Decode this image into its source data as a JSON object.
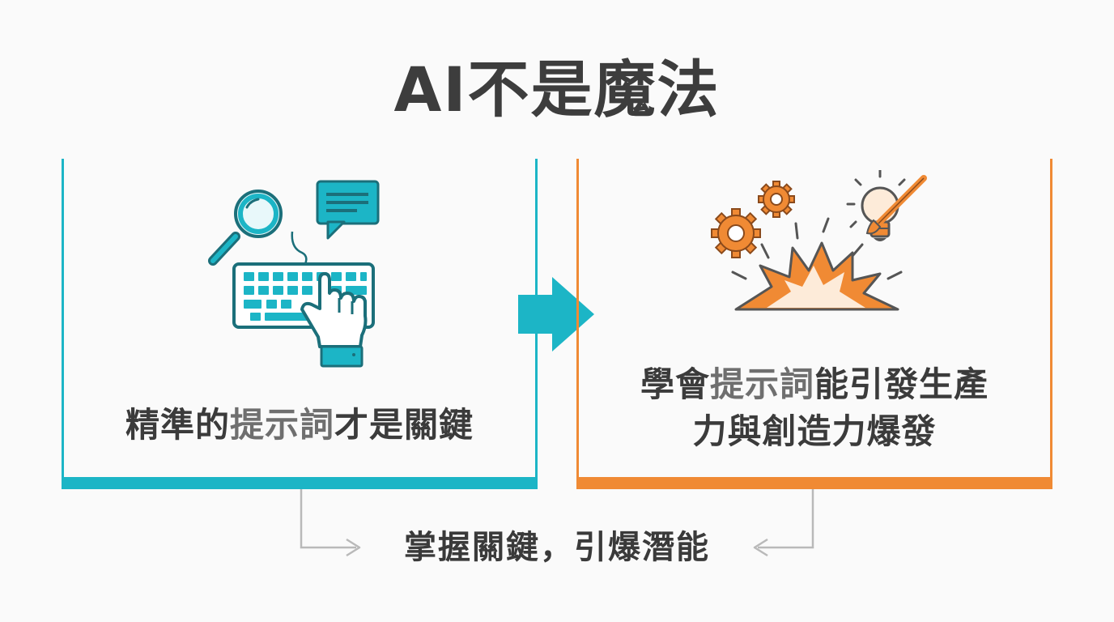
{
  "title": "AI不是魔法",
  "left_panel": {
    "text_pre": "精準的",
    "text_hl": "提示詞",
    "text_post": "才是關鍵",
    "color": "#1cb5c6"
  },
  "right_panel": {
    "line1_pre": "學會",
    "line1_hl": "提示詞",
    "line1_post": "能引發生產",
    "line2": "力與創造力爆發",
    "color": "#f08a34"
  },
  "bottom_text": "掌握關鍵，引爆潛能",
  "icons": {
    "left": [
      "magnifier-icon",
      "chat-bubble-icon",
      "keyboard-icon",
      "pointing-hand-icon"
    ],
    "right": [
      "gear-icon",
      "lightbulb-icon",
      "paintbrush-icon",
      "explosion-icon"
    ]
  },
  "colors": {
    "teal": "#1cb5c6",
    "dark_teal": "#1b6f7a",
    "orange": "#f08a34",
    "gray_arrow": "#b9b9b9"
  }
}
